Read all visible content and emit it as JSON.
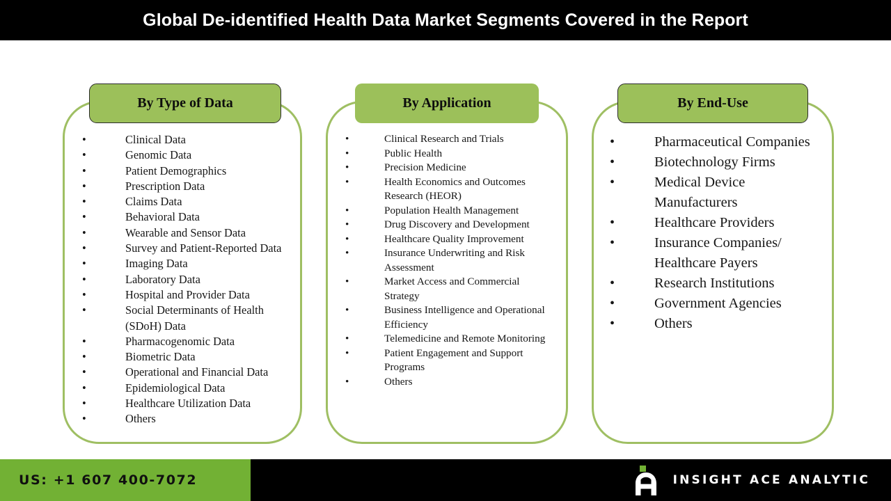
{
  "header": {
    "title": "Global De-identified Health Data Market Segments Covered in the Report",
    "background": "#000000",
    "text_color": "#ffffff"
  },
  "colors": {
    "header_box_green": "#9CC05A",
    "frame_green": "#9FBF63",
    "footer_green": "#72B134",
    "band_black": "#000000",
    "body_text": "#161616"
  },
  "columns": [
    {
      "id": "type-of-data",
      "title": "By Type of Data",
      "outlined_header": true,
      "bullet": "•",
      "items": [
        "Clinical Data",
        "Genomic Data",
        "Patient Demographics",
        "Prescription Data",
        "Claims Data",
        "Behavioral Data",
        "Wearable and Sensor Data",
        "Survey and Patient-Reported Data",
        "Imaging Data",
        "Laboratory Data",
        "Hospital and Provider Data",
        "Social Determinants of Health (SDoH) Data",
        "Pharmacogenomic Data",
        "Biometric Data",
        "Operational and Financial Data",
        "Epidemiological Data",
        "Healthcare Utilization Data",
        "Others"
      ]
    },
    {
      "id": "application",
      "title": "By Application",
      "outlined_header": false,
      "bullet": "•",
      "items": [
        "Clinical Research and Trials",
        "Public Health",
        "Precision Medicine",
        "Health Economics and Outcomes Research (HEOR)",
        "Population Health Management",
        "Drug Discovery and Development",
        "Healthcare Quality Improvement",
        "Insurance Underwriting and Risk Assessment",
        "Market Access and Commercial Strategy",
        "Business Intelligence and Operational Efficiency",
        "Telemedicine and Remote Monitoring",
        "Patient Engagement and Support Programs",
        "Others"
      ]
    },
    {
      "id": "end-use",
      "title": "By End-Use",
      "outlined_header": true,
      "bullet": "•",
      "items": [
        "Pharmaceutical Companies",
        "Biotechnology Firms",
        "Medical Device Manufacturers",
        "Healthcare Providers",
        "Insurance Companies/ Healthcare Payers",
        "Research Institutions",
        "Government Agencies",
        "Others"
      ]
    }
  ],
  "footer": {
    "phone": "US: +1 607 400-7072",
    "brand_name": "INSIGHT ACE ANALYTIC",
    "brand_mark_icon": "insightace-a-logo-icon"
  }
}
